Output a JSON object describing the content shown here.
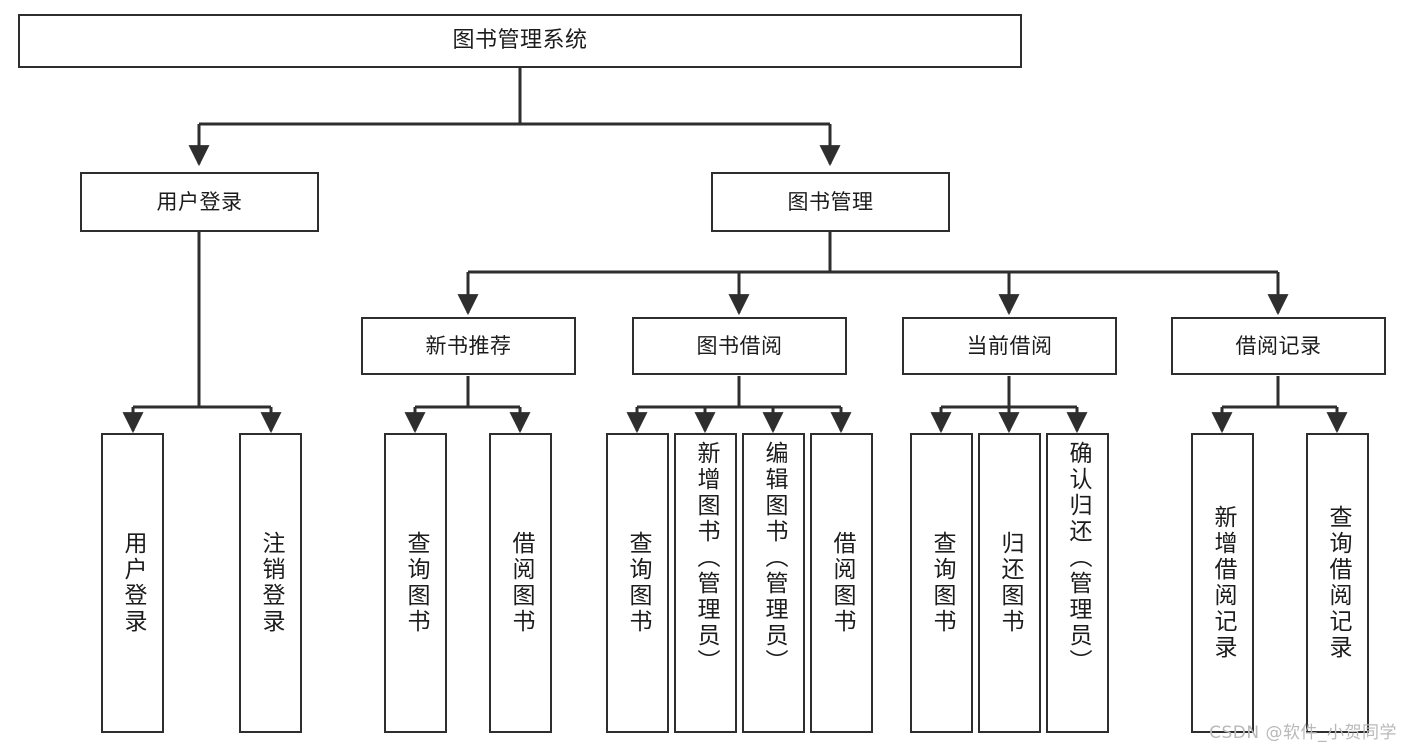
{
  "diagram": {
    "title": "图书管理系统",
    "type": "tree-hierarchy-chart",
    "root": {
      "label": "图书管理系统"
    },
    "level1": [
      {
        "label": "用户登录"
      },
      {
        "label": "图书管理"
      }
    ],
    "level2": [
      {
        "label": "新书推荐"
      },
      {
        "label": "图书借阅"
      },
      {
        "label": "当前借阅"
      },
      {
        "label": "借阅记录"
      }
    ],
    "leaves": {
      "user_login": [
        {
          "label": "用户登录"
        },
        {
          "label": "注销登录"
        }
      ],
      "new_book_recommend": [
        {
          "label": "查询图书"
        },
        {
          "label": "借阅图书"
        }
      ],
      "book_borrow": [
        {
          "label": "查询图书"
        },
        {
          "label": "新增图书（管理员）"
        },
        {
          "label": "编辑图书（管理员）"
        },
        {
          "label": "借阅图书"
        }
      ],
      "current_borrow": [
        {
          "label": "查询图书"
        },
        {
          "label": "归还图书"
        },
        {
          "label": "确认归还（管理员）"
        }
      ],
      "borrow_record": [
        {
          "label": "新增借阅记录"
        },
        {
          "label": "查询借阅记录"
        }
      ]
    }
  },
  "watermark": {
    "text": "CSDN @软件_小贺同学"
  },
  "colors": {
    "stroke": "#2e2e2e",
    "text": "#1c1c1c",
    "background": "#ffffff",
    "watermark": "#b9b9b9"
  }
}
